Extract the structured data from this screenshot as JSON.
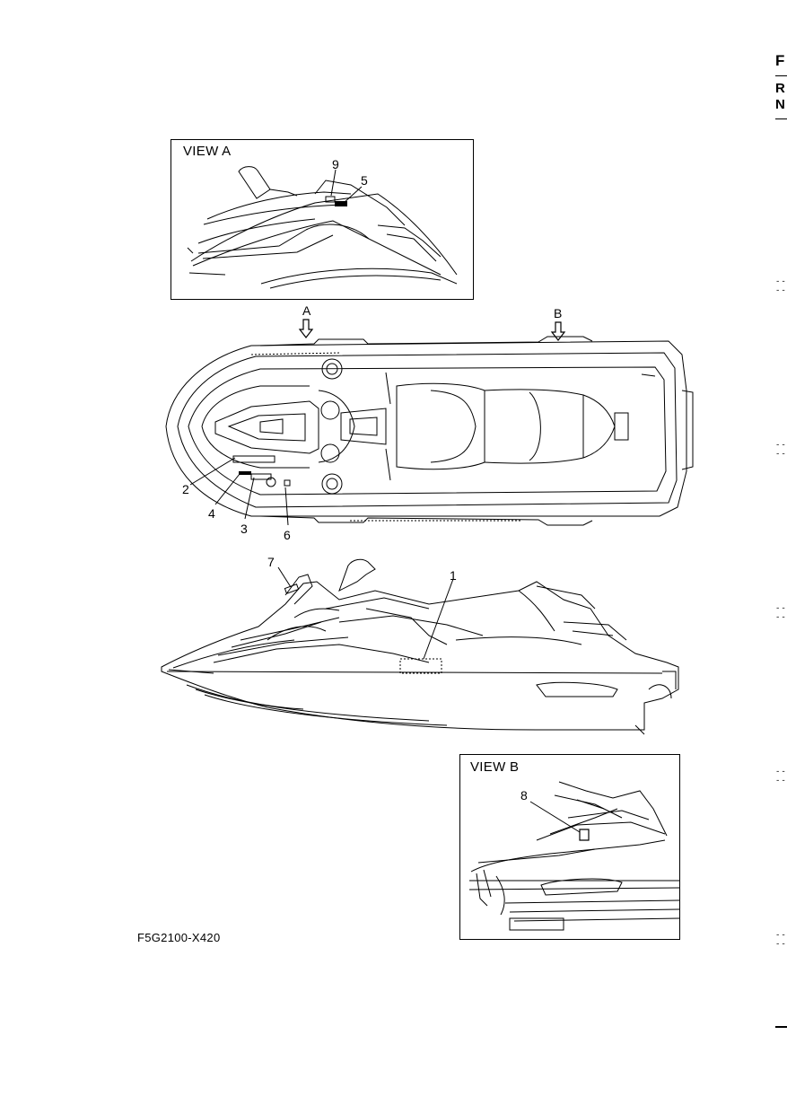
{
  "margin": {
    "letters": [
      "F",
      "R",
      "N"
    ],
    "dash_marks": [
      "----",
      "----",
      "----",
      "----",
      "----",
      "----"
    ]
  },
  "view_a": {
    "title": "VIEW A",
    "callouts": [
      "9",
      "5"
    ]
  },
  "top_view": {
    "view_markers": [
      "A",
      "B"
    ],
    "callouts": [
      "2",
      "4",
      "3",
      "6"
    ]
  },
  "side_view": {
    "callouts": [
      "7",
      "1"
    ]
  },
  "view_b": {
    "title": "VIEW B",
    "callouts": [
      "8"
    ]
  },
  "figure_code": "F5G2100-X420",
  "colors": {
    "line": "#000000",
    "background": "#ffffff"
  }
}
